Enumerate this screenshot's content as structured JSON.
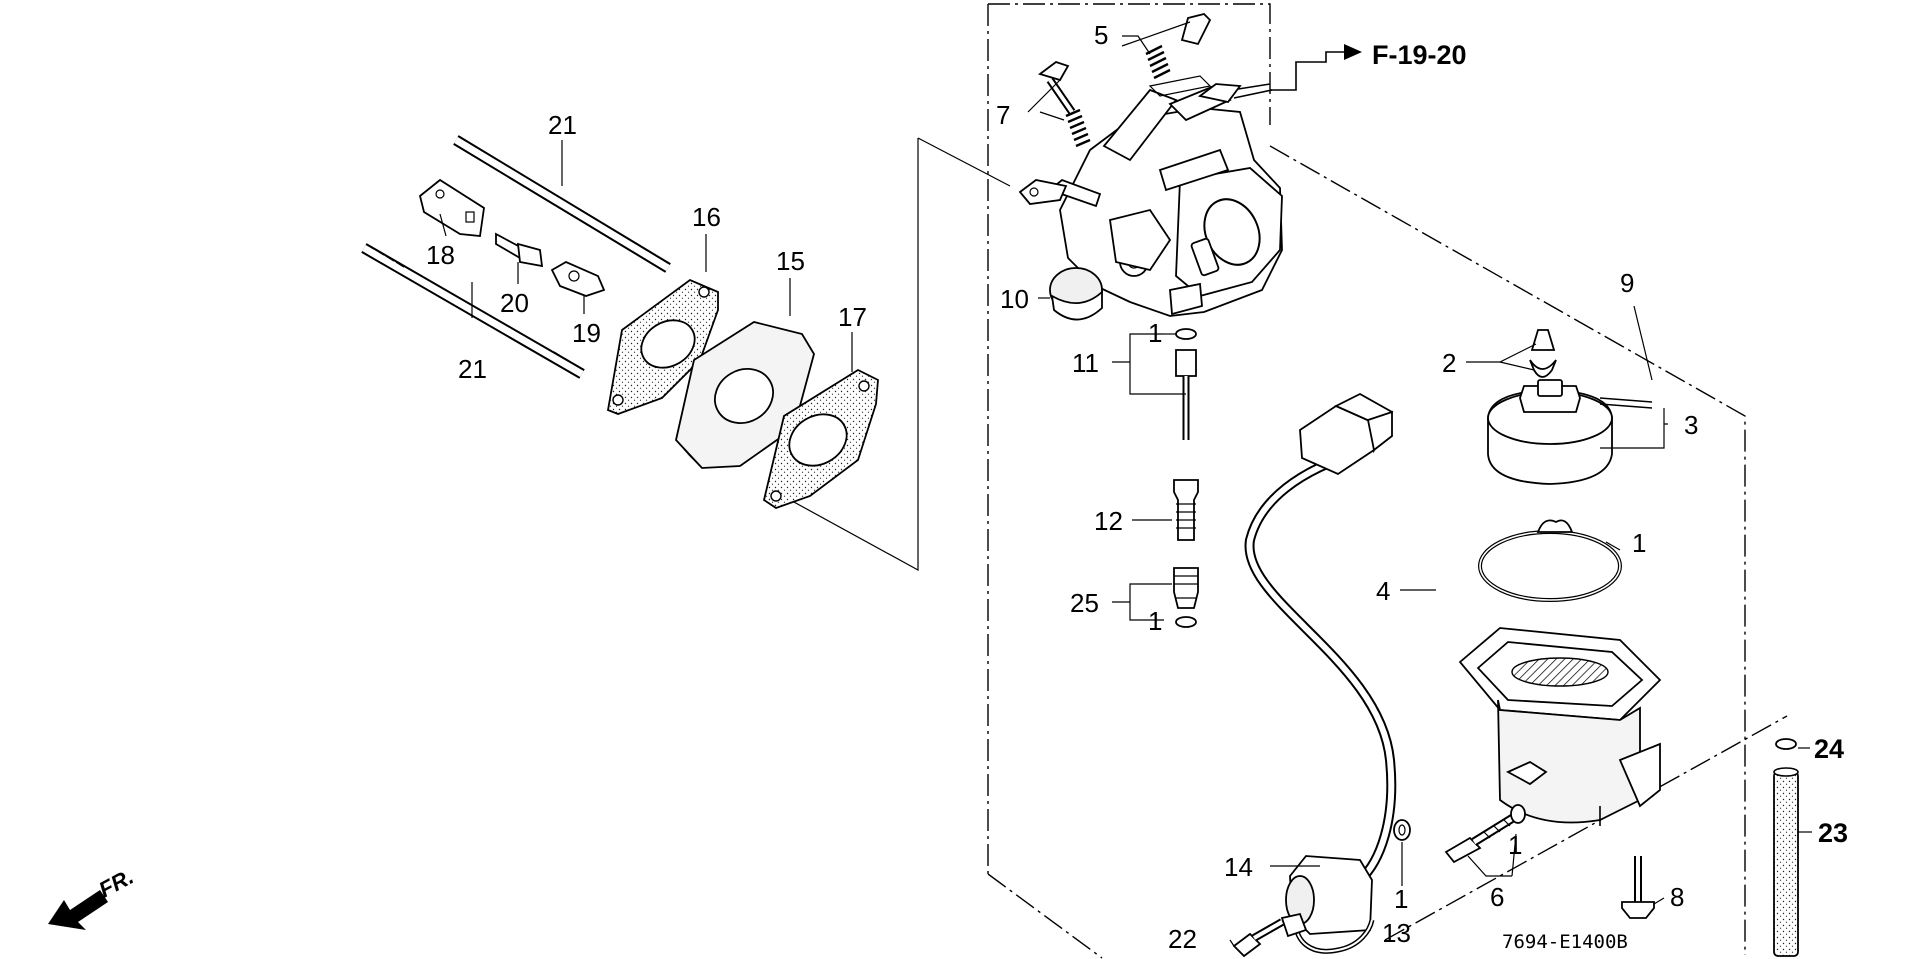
{
  "diagram": {
    "reference_label": "F-19-20",
    "drawing_code": "7694-E1400B",
    "front_label": "FR.",
    "callouts": {
      "c21a": "21",
      "c21b": "21",
      "c18": "18",
      "c20": "20",
      "c19": "19",
      "c16": "16",
      "c15": "15",
      "c17": "17",
      "c5": "5",
      "c7": "7",
      "c10": "10",
      "c1a": "1",
      "c11": "11",
      "c12": "12",
      "c25": "25",
      "c1b": "1",
      "c9": "9",
      "c2": "2",
      "c3": "3",
      "c1c": "1",
      "c4": "4",
      "c24": "24",
      "c23": "23",
      "c1d": "1",
      "c6": "6",
      "c8": "8",
      "c14": "14",
      "c1e": "1",
      "c13": "13",
      "c22": "22"
    }
  }
}
